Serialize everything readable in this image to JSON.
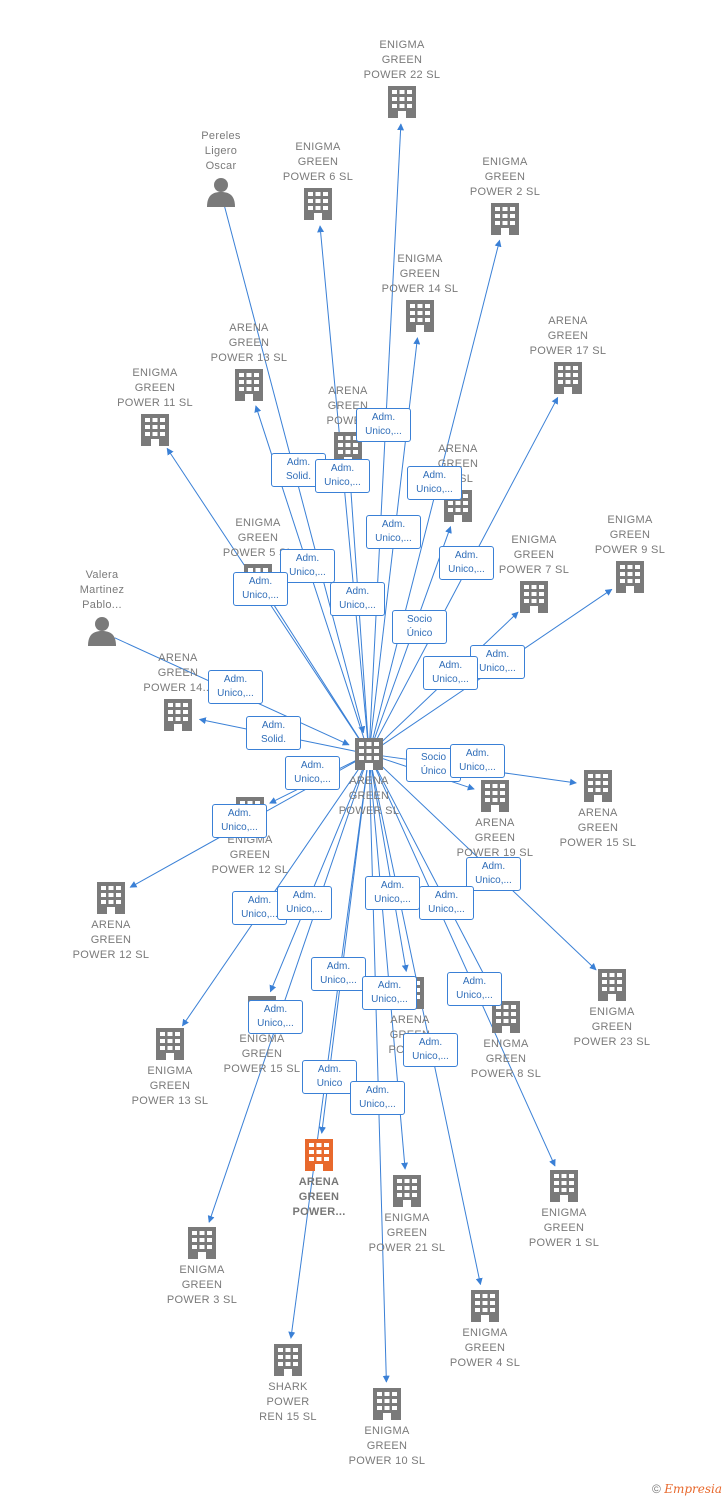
{
  "colors": {
    "edge": "#3a80d6",
    "node": "#7a7a7a",
    "focus": "#e8692d"
  },
  "nodes": [
    {
      "id": "center",
      "label": "ARENA\nGREEN\nPOWER  SL",
      "type": "company"
    },
    {
      "id": "focus",
      "label": "ARENA\nGREEN\nPOWER...",
      "type": "company",
      "focus": true
    },
    {
      "id": "p_oscar",
      "label": "Pereles\nLigero\nOscar",
      "type": "person"
    },
    {
      "id": "p_valera",
      "label": "Valera\nMartinez\nPablo...",
      "type": "person"
    },
    {
      "id": "eg22",
      "label": "ENIGMA\nGREEN\nPOWER 22  SL",
      "type": "company"
    },
    {
      "id": "eg6",
      "label": "ENIGMA\nGREEN\nPOWER 6  SL",
      "type": "company"
    },
    {
      "id": "eg2",
      "label": "ENIGMA\nGREEN\nPOWER 2  SL",
      "type": "company"
    },
    {
      "id": "eg14",
      "label": "ENIGMA\nGREEN\nPOWER 14  SL",
      "type": "company"
    },
    {
      "id": "ag13a",
      "label": "ARENA\nGREEN\nPOWER 13  SL",
      "type": "company"
    },
    {
      "id": "ag17",
      "label": "ARENA\nGREEN\nPOWER 17  SL",
      "type": "company"
    },
    {
      "id": "eg11",
      "label": "ENIGMA\nGREEN\nPOWER 11  SL",
      "type": "company"
    },
    {
      "id": "agp",
      "label": "ARENA\nGREEN\nPOWER",
      "type": "company"
    },
    {
      "id": "ag18",
      "label": "ARENA\nGREEN\n18  SL",
      "type": "company"
    },
    {
      "id": "eg9",
      "label": "ENIGMA\nGREEN\nPOWER 9  SL",
      "type": "company"
    },
    {
      "id": "eg5",
      "label": "ENIGMA\nGREEN\nPOWER 5  SL",
      "type": "company"
    },
    {
      "id": "eg7",
      "label": "ENIGMA\nGREEN\nPOWER 7  SL",
      "type": "company"
    },
    {
      "id": "ag14",
      "label": "ARENA\nGREEN\nPOWER 14...",
      "type": "company"
    },
    {
      "id": "ag15",
      "label": "ARENA\nGREEN\nPOWER 15  SL",
      "type": "company"
    },
    {
      "id": "ag19",
      "label": "ARENA\nGREEN\nPOWER 19  SL",
      "type": "company"
    },
    {
      "id": "eg12a",
      "label": "ENIGMA\nGREEN\nPOWER 12  SL",
      "type": "company"
    },
    {
      "id": "ag12",
      "label": "ARENA\nGREEN\nPOWER 12  SL",
      "type": "company"
    },
    {
      "id": "eg23",
      "label": "ENIGMA\nGREEN\nPOWER 23  SL",
      "type": "company"
    },
    {
      "id": "ag13b",
      "label": "ENIGMA\nGREEN\nPOWER 13  SL",
      "type": "company"
    },
    {
      "id": "eg15",
      "label": "ENIGMA\nGREEN\nPOWER 15  SL",
      "type": "company"
    },
    {
      "id": "agpow",
      "label": "ARENA\nGREEN\nPOWER",
      "type": "company"
    },
    {
      "id": "eg8",
      "label": "ENIGMA\nGREEN\nPOWER 8  SL",
      "type": "company"
    },
    {
      "id": "eg21",
      "label": "ENIGMA\nGREEN\nPOWER 21  SL",
      "type": "company"
    },
    {
      "id": "eg1",
      "label": "ENIGMA\nGREEN\nPOWER 1  SL",
      "type": "company"
    },
    {
      "id": "eg3",
      "label": "ENIGMA\nGREEN\nPOWER 3  SL",
      "type": "company"
    },
    {
      "id": "eg4",
      "label": "ENIGMA\nGREEN\nPOWER 4  SL",
      "type": "company"
    },
    {
      "id": "shark",
      "label": "SHARK\nPOWER\nREN 15  SL",
      "type": "company"
    },
    {
      "id": "eg10",
      "label": "ENIGMA\nGREEN\nPOWER 10  SL",
      "type": "company"
    }
  ],
  "edge_labels": [
    "Adm.\nUnico,...",
    "Adm.\nSolid.",
    "Adm.\nUnico,...",
    "Adm.\nUnico,...",
    "Adm.\nUnico,...",
    "Adm.\nUnico,...",
    "Adm.\nUnico,...",
    "Adm.\nUnico,...",
    "Adm.\nUnico,...",
    "Socio\nÚnico",
    "Adm.\nUnico,...",
    "Adm.\nUnico,...",
    "Adm.\nUnico,...",
    "Adm.\nSolid.",
    "Adm.\nUnico,...",
    "Socio\nÚnico",
    "Adm.\nUnico,...",
    "Adm.\nUnico,...",
    "Adm.\nUnico,...",
    "Adm.\nUnico,...",
    "Adm.\nUnico,...",
    "Adm.\nUnico,...",
    "Adm.\nUnico,...",
    "Adm.\nUnico,...",
    "Adm.\nUnico,...",
    "Adm.\nUnico,...",
    "Adm.\nUnico,...",
    "Adm.\nUnico,...",
    "Adm.\nUnico",
    "Adm.\nUnico,..."
  ],
  "footer": {
    "copyright": "©",
    "brand": "Empresia"
  }
}
